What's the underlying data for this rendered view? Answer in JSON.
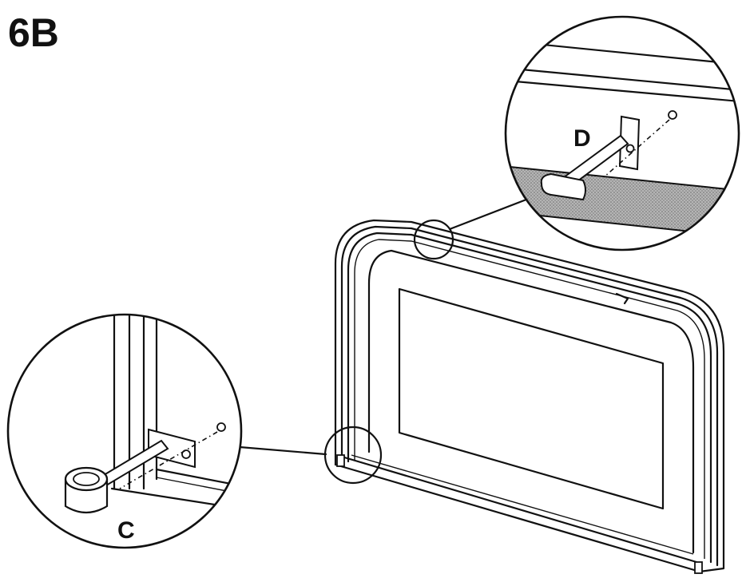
{
  "diagram": {
    "step_label": "6B",
    "callouts": [
      {
        "id": "C",
        "label": "C"
      },
      {
        "id": "D",
        "label": "D"
      }
    ],
    "colors": {
      "ink": "#111111",
      "paper": "#ffffff",
      "shade": "#9a9a9a"
    }
  }
}
